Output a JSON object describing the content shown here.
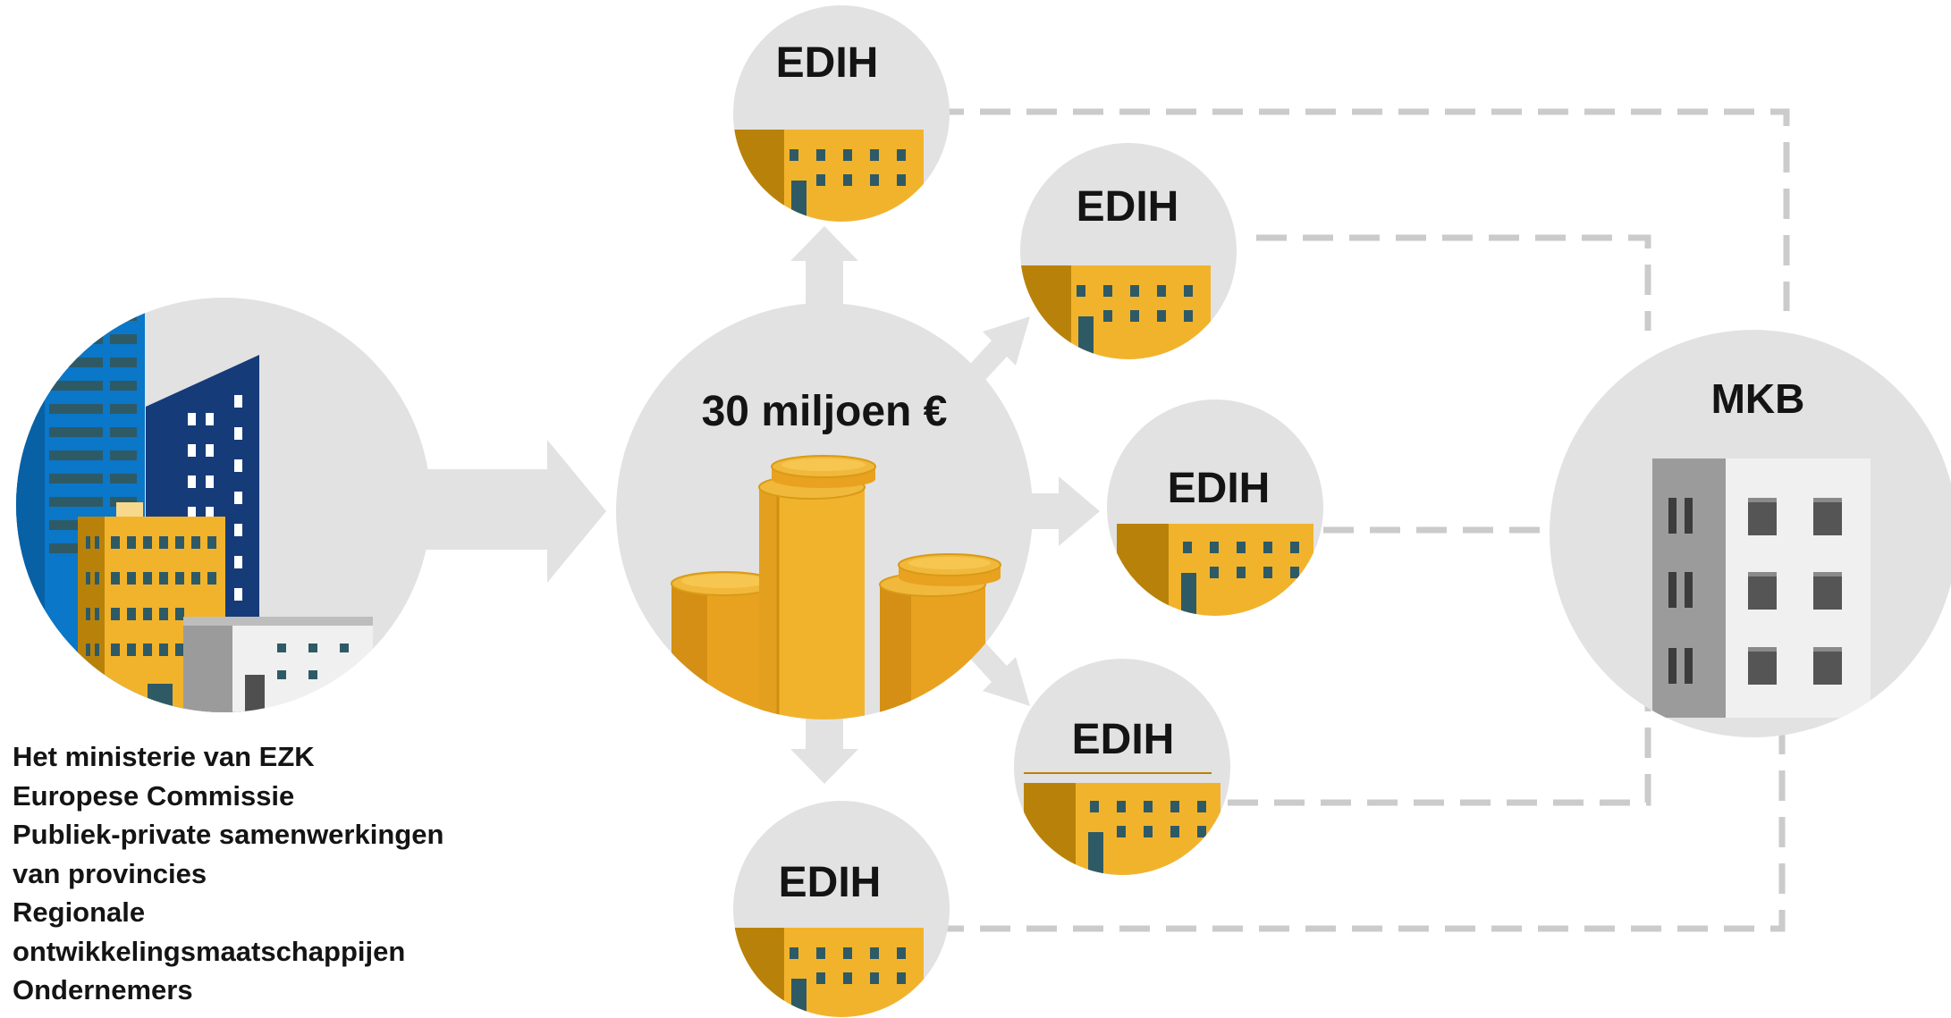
{
  "diagram": {
    "funding": {
      "label": "30 miljoen €"
    },
    "hubs": [
      {
        "label": "EDIH"
      },
      {
        "label": "EDIH"
      },
      {
        "label": "EDIH"
      },
      {
        "label": "EDIH"
      },
      {
        "label": "EDIH"
      }
    ],
    "target": {
      "label": "MKB"
    },
    "sources": [
      "Het ministerie van EZK",
      "Europese Commissie",
      "Publiek-private samenwerkingen",
      "van provincies",
      "Regionale",
      "ontwikkelingsmaatschappijen",
      "Ondernemers"
    ]
  },
  "colors": {
    "circle": "#e2e2e2",
    "arrow": "#e2e2e2",
    "dashed_line": "#cbcbcb",
    "gold": "#f2b32c",
    "gold_dark": "#b8820a",
    "window": "#2e5a66",
    "blue": "#0a77c8",
    "navy": "#163b79",
    "grey_building": "#9b9b9b"
  }
}
